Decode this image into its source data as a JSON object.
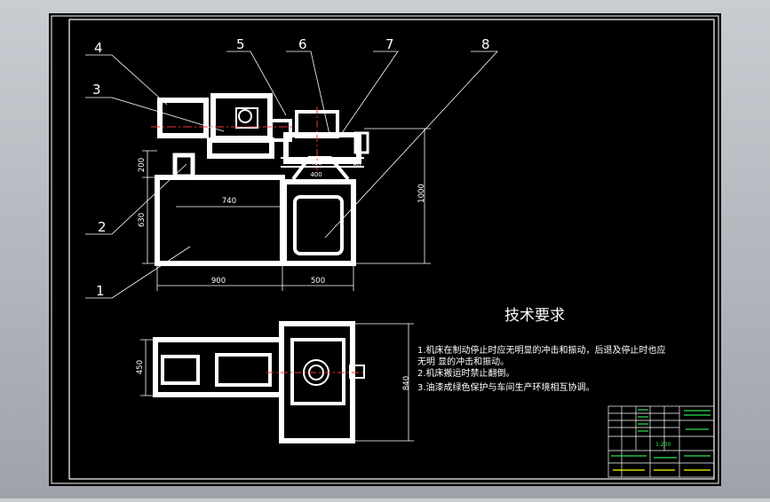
{
  "drawing": {
    "balloons": [
      "1",
      "2",
      "3",
      "4",
      "5",
      "6",
      "7",
      "8"
    ],
    "dimensions": {
      "front_height_upper": "200",
      "front_height_lower": "630",
      "inner_width": "740",
      "total_height": "1000",
      "base_width_left": "900",
      "base_width_right": "500",
      "small_a": "400",
      "small_b": "400",
      "small_c": "80",
      "plan_width": "450",
      "plan_height": "840"
    },
    "tech_title": "技术要求",
    "tech_notes": [
      "1.机床在制动停止时应无明显的冲击和振动，后退及停止时也应",
      "无明    显的冲击和振动。",
      "2.机床搬运时禁止翻倒。",
      "3.油漆成绿色保护与车间生产环境相互协调。"
    ],
    "title_block": {
      "scale": "1:200"
    }
  }
}
